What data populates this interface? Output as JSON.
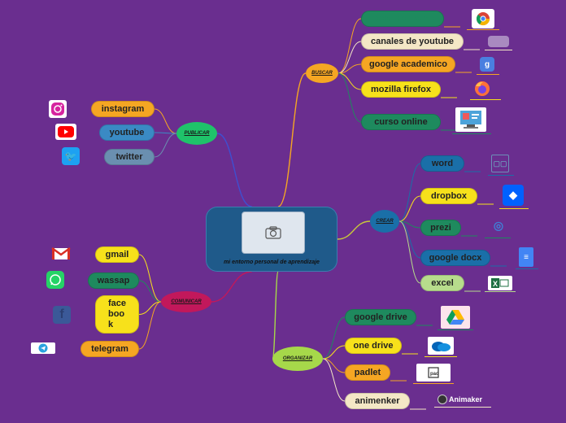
{
  "center": {
    "title": "mi entorno personal de aprendizaje"
  },
  "branches": {
    "buscar": {
      "label": "BUSCAR",
      "color": "#f5a623",
      "items": [
        {
          "label": "google chrome",
          "fill": "#1e8a5e",
          "text": "#1e8a5e",
          "icon": "chrome-icon",
          "line": "#f5a623"
        },
        {
          "label": "canales de youtube",
          "fill": "#f4e7c6",
          "text": "#222222",
          "icon": "video-icon",
          "line": "#f4e7c6"
        },
        {
          "label": "google academico",
          "fill": "#f5a623",
          "text": "#222222",
          "icon": "scholar-icon",
          "line": "#f5a623"
        },
        {
          "label": "mozilla firefox",
          "fill": "#f7e11b",
          "text": "#222222",
          "icon": "firefox-icon",
          "line": "#f7e11b"
        },
        {
          "label": "curso online",
          "fill": "#1e8a5e",
          "text": "#222222",
          "icon": "online-course-icon",
          "line": "#1e8a5e"
        }
      ]
    },
    "crear": {
      "label": "CREAR",
      "color": "#1a6fa8",
      "items": [
        {
          "label": "word",
          "fill": "#1a6fa8",
          "text": "#222222",
          "icon": "word-icon",
          "line": "#1a6fa8"
        },
        {
          "label": "dropbox",
          "fill": "#f7e11b",
          "text": "#222222",
          "icon": "dropbox-icon",
          "line": "#f7e11b"
        },
        {
          "label": "prezi",
          "fill": "#1e8a5e",
          "text": "#222222",
          "icon": "prezi-icon",
          "line": "#1e8a5e"
        },
        {
          "label": "google docx",
          "fill": "#1a6fa8",
          "text": "#222222",
          "icon": "google-docs-icon",
          "line": "#1a6fa8"
        },
        {
          "label": "excel",
          "fill": "#b7dc8c",
          "text": "#222222",
          "icon": "excel-icon",
          "line": "#b7dc8c"
        }
      ]
    },
    "organizar": {
      "label": "ORGANIZAR",
      "color": "#a6d84a",
      "items": [
        {
          "label": "google drive",
          "fill": "#1e8a5e",
          "text": "#222222",
          "icon": "google-drive-icon",
          "line": "#1e8a5e"
        },
        {
          "label": "one drive",
          "fill": "#f7e11b",
          "text": "#222222",
          "icon": "onedrive-icon",
          "line": "#f7e11b"
        },
        {
          "label": "padlet",
          "fill": "#f5a623",
          "text": "#222222",
          "icon": "padlet-icon",
          "line": "#f5a623"
        },
        {
          "label": "animenker",
          "fill": "#f4e7c6",
          "text": "#222222",
          "icon": "animaker-icon",
          "line": "#f4e7c6",
          "logo_text": "Animaker"
        }
      ]
    },
    "publicar": {
      "label": "PUBLICAR",
      "color": "#1fc36a",
      "items": [
        {
          "label": "instagram",
          "fill": "#f5a623",
          "text": "#222222",
          "icon": "instagram-icon",
          "line": "#f5a623"
        },
        {
          "label": "youtube",
          "fill": "#3a8ac4",
          "text": "#222222",
          "icon": "youtube-icon",
          "line": "#3a8ac4"
        },
        {
          "label": "twitter",
          "fill": "#6a8fb0",
          "text": "#222222",
          "icon": "twitter-icon",
          "line": "#6a8fb0"
        }
      ]
    },
    "comunicar": {
      "label": "COMUNICAR",
      "color": "#c2185b",
      "items": [
        {
          "label": "gmail",
          "fill": "#f7e11b",
          "text": "#222222",
          "icon": "gmail-icon",
          "line": "#f7e11b"
        },
        {
          "label": "wassap",
          "fill": "#1e8a5e",
          "text": "#222222",
          "icon": "whatsapp-icon",
          "line": "#1e8a5e"
        },
        {
          "label": "face\nboo\nk",
          "fill": "#f7e11b",
          "text": "#222222",
          "icon": "facebook-icon",
          "line": "#f7e11b"
        },
        {
          "label": "telegram",
          "fill": "#f5a623",
          "text": "#222222",
          "icon": "telegram-icon",
          "line": "#f5a623"
        }
      ]
    }
  }
}
